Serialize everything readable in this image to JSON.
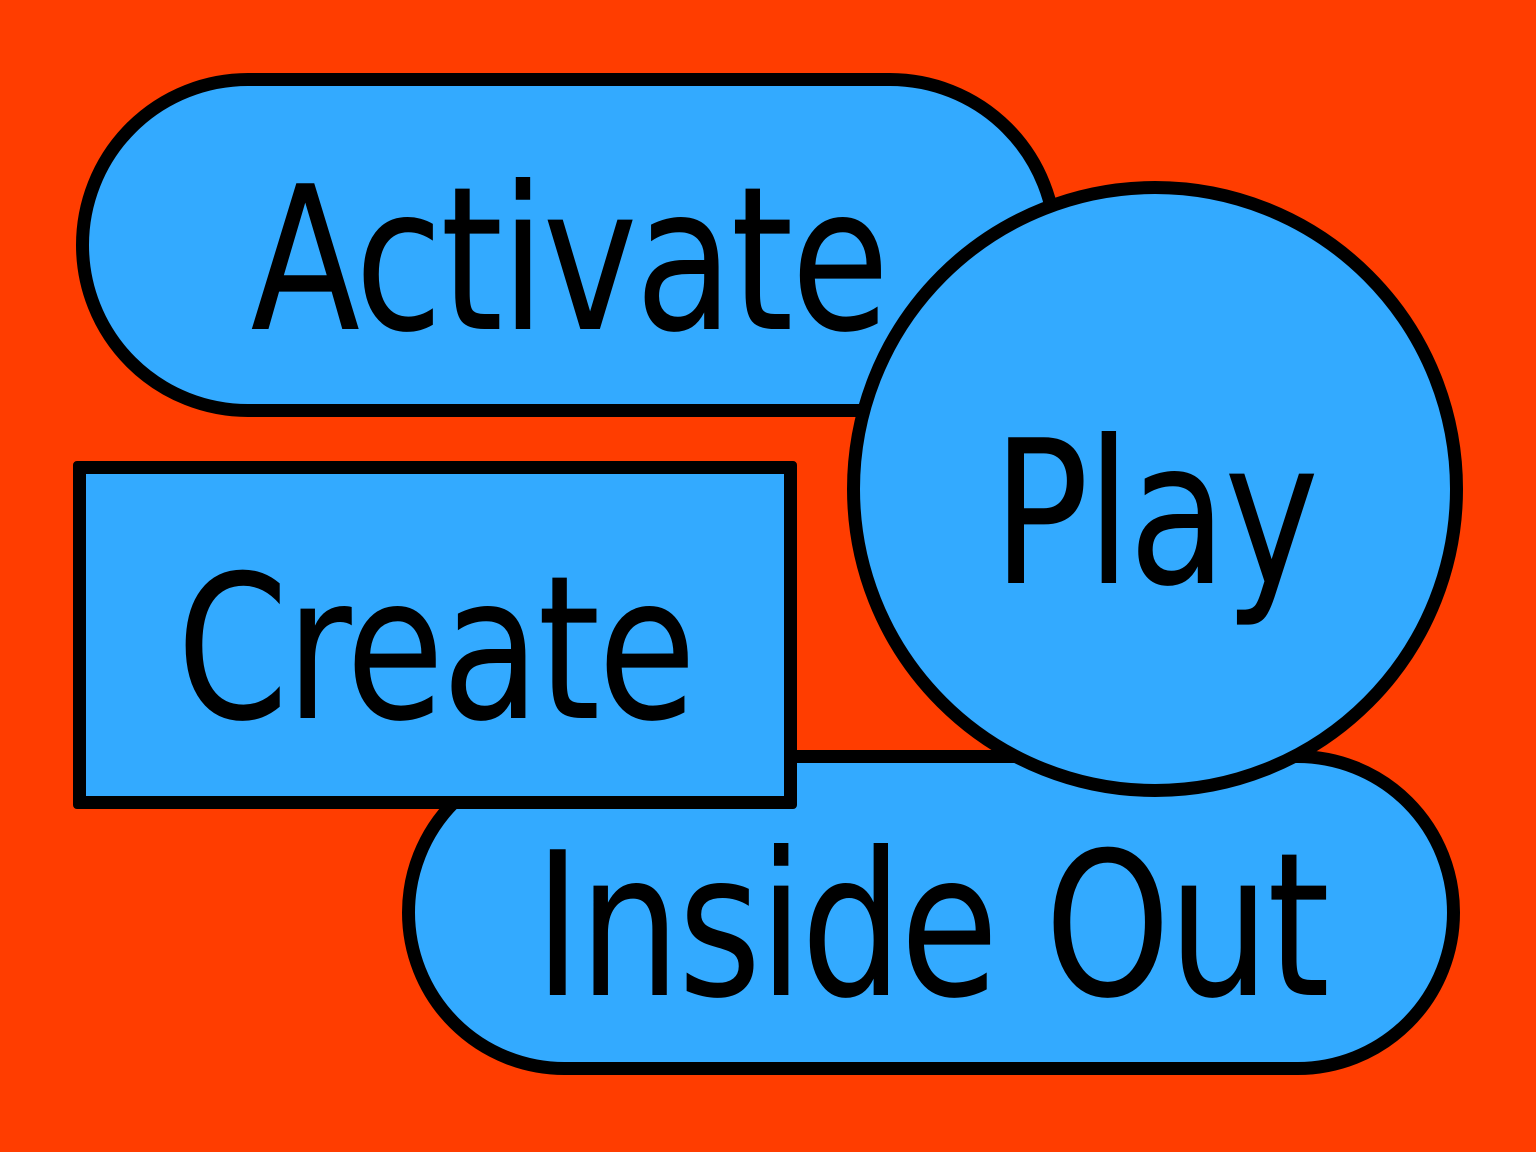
{
  "artwork": {
    "shapes": [
      {
        "id": "activate-pill",
        "shape": "pill",
        "label": "Activate"
      },
      {
        "id": "create-rect",
        "shape": "rectangle",
        "label": "Create"
      },
      {
        "id": "inside-out-pill",
        "shape": "pill",
        "label": "Inside Out"
      },
      {
        "id": "play-circle",
        "shape": "circle",
        "label": "Play"
      }
    ]
  },
  "colors": {
    "background": "#FF3D00",
    "shape_fill": "#33AAFF",
    "outline": "#000000",
    "text": "#000000"
  }
}
